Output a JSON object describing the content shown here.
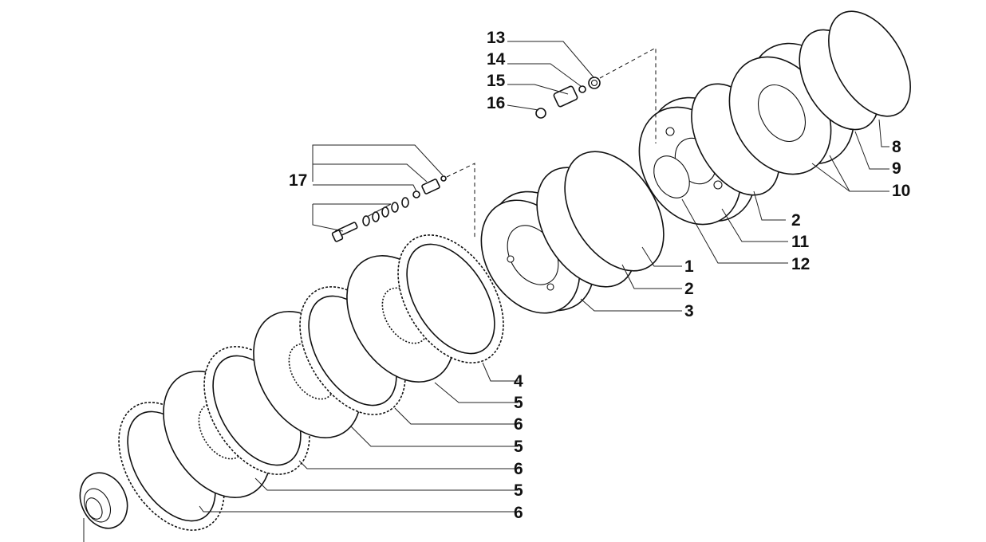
{
  "diagram": {
    "callouts": [
      {
        "id": "c13",
        "text": "13"
      },
      {
        "id": "c14",
        "text": "14"
      },
      {
        "id": "c15",
        "text": "15"
      },
      {
        "id": "c16",
        "text": "16"
      },
      {
        "id": "c17",
        "text": "17"
      },
      {
        "id": "c8",
        "text": "8"
      },
      {
        "id": "c9",
        "text": "9"
      },
      {
        "id": "c10",
        "text": "10"
      },
      {
        "id": "c2a",
        "text": "2"
      },
      {
        "id": "c11",
        "text": "11"
      },
      {
        "id": "c12",
        "text": "12"
      },
      {
        "id": "c1",
        "text": "1"
      },
      {
        "id": "c2b",
        "text": "2"
      },
      {
        "id": "c3",
        "text": "3"
      },
      {
        "id": "c4",
        "text": "4"
      },
      {
        "id": "c5a",
        "text": "5"
      },
      {
        "id": "c6a",
        "text": "6"
      },
      {
        "id": "c5b",
        "text": "5"
      },
      {
        "id": "c6b",
        "text": "6"
      },
      {
        "id": "c5c",
        "text": "5"
      },
      {
        "id": "c6c",
        "text": "6"
      }
    ]
  }
}
